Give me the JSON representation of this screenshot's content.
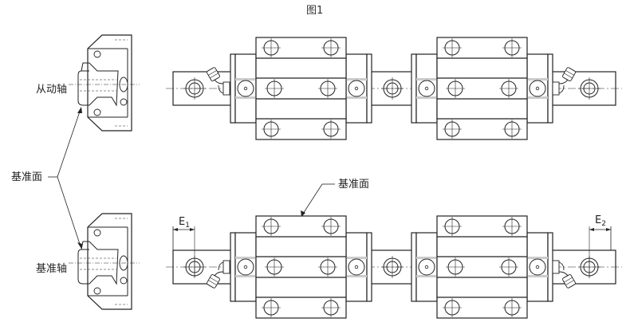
{
  "figure": {
    "title": "图1",
    "labels": {
      "driven_shaft": "从动轴",
      "reference_surface_left": "基准面",
      "reference_shaft": "基准轴",
      "reference_surface_top": "基准面"
    },
    "dimensions": {
      "e1": {
        "letter": "E",
        "subscript": "1"
      },
      "e2": {
        "letter": "E",
        "subscript": "2"
      }
    }
  },
  "colors": {
    "line": "#222222",
    "background": "#ffffff",
    "shade": "#d0d0d0"
  }
}
